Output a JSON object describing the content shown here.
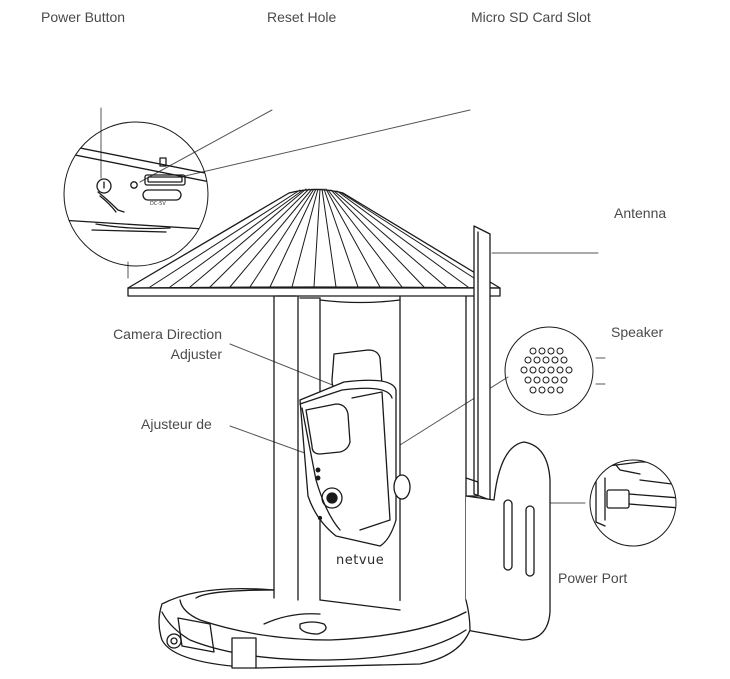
{
  "labels": {
    "power_button": "Power Button",
    "reset_hole": "Reset Hole",
    "micro_sd_slot": "Micro SD Card Slot",
    "antenna": "Antenna",
    "camera_direction_adjuster_line1": "Camera Direction",
    "camera_direction_adjuster_line2": "Adjuster",
    "speaker": "Speaker",
    "ajusteur_de": "Ajusteur de",
    "power_port": "Power Port"
  },
  "product": {
    "brand": "netvue",
    "dc_marking": "DC-5V"
  },
  "colors": {
    "line": "#1a1a1a",
    "leader": "#555555",
    "label_text": "#4a4a4a"
  }
}
